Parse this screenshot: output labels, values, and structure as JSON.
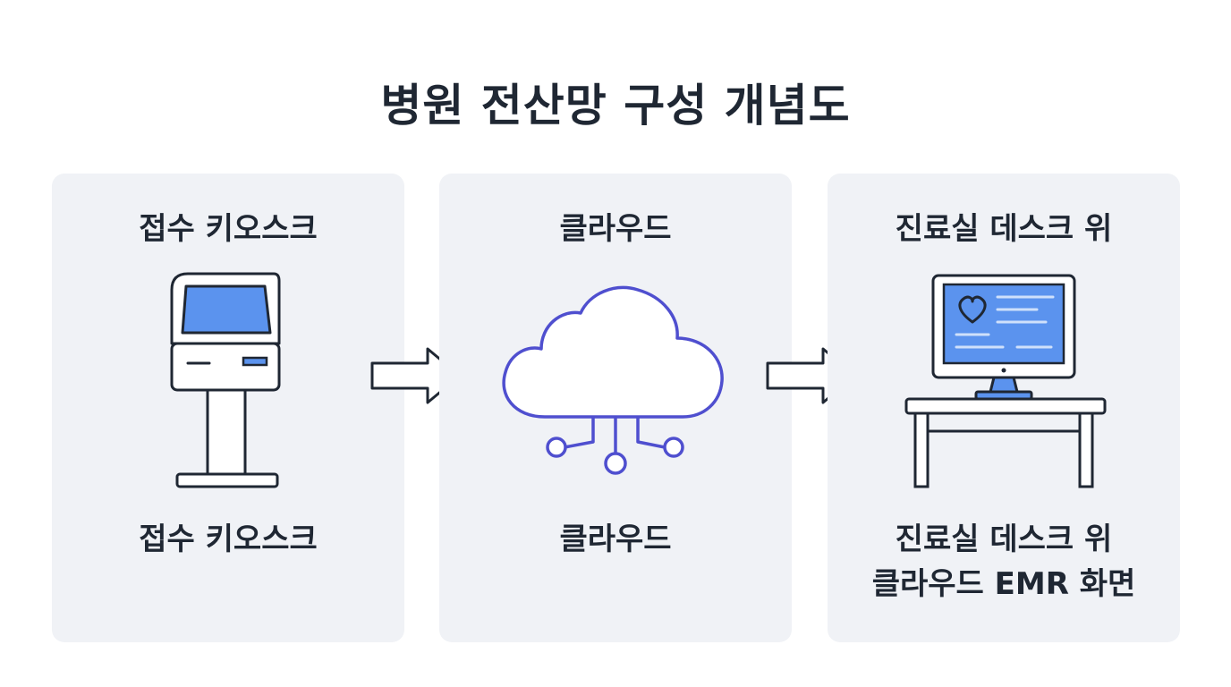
{
  "title": "병원 전산망 구성 개념도",
  "panels": [
    {
      "header": "접수 키오스크",
      "caption_lines": [
        "접수 키오스크"
      ],
      "icon": "kiosk-icon"
    },
    {
      "header": "클라우드",
      "caption_lines": [
        "클라우드"
      ],
      "icon": "cloud-network-icon"
    },
    {
      "header": "진료실 데스크 위",
      "caption_lines": [
        "진료실 데스크 위",
        "클라우드 EMR 화면"
      ],
      "icon": "desk-monitor-icon"
    }
  ],
  "arrows": [
    "arrow-right-icon",
    "arrow-right-icon"
  ],
  "colors": {
    "panel_background": "#f0f2f6",
    "outline": "#1f2733",
    "screen_blue": "#5b93ee",
    "cloud_purple": "#4f4fcf",
    "text": "#1f2733"
  }
}
